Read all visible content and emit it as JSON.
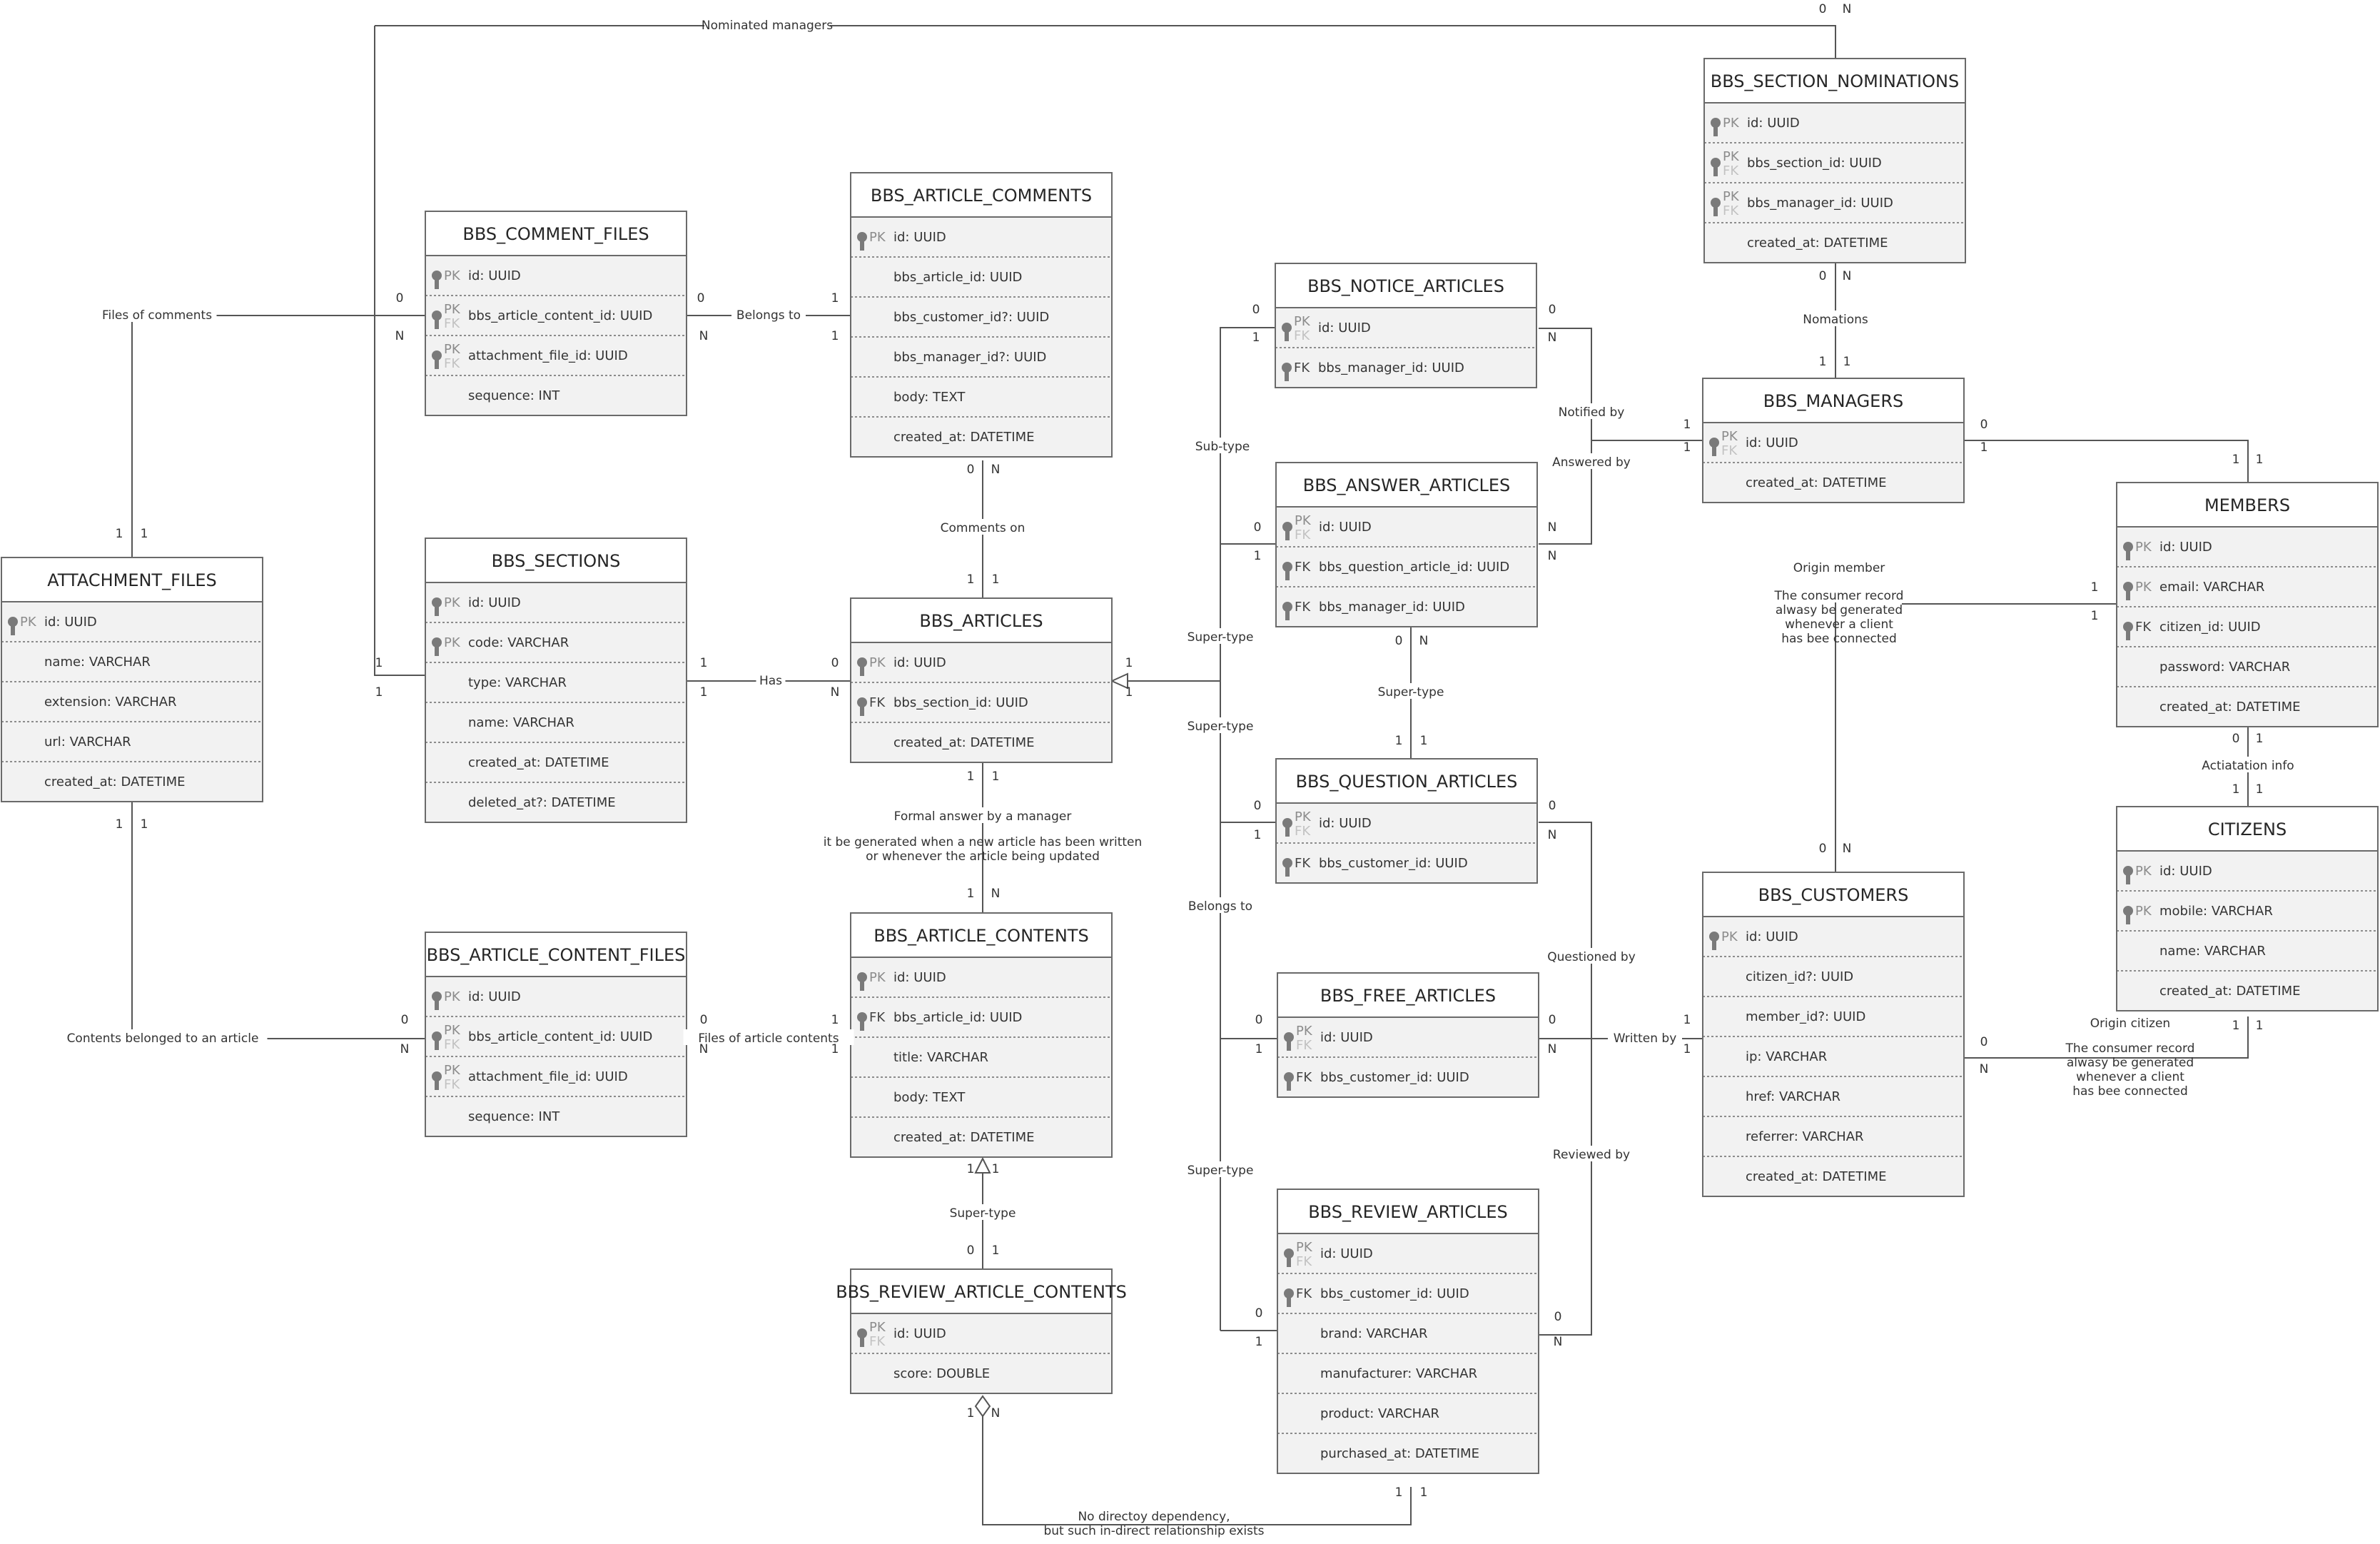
{
  "tables": [
    {
      "id": "bbs_section_nominations",
      "title": "BBS_SECTION_NOMINATIONS",
      "columns": [
        {
          "key": "PK",
          "name": "id: UUID"
        },
        {
          "key": "PKFK",
          "name": "bbs_section_id: UUID"
        },
        {
          "key": "PKFK",
          "name": "bbs_manager_id: UUID"
        },
        {
          "key": "",
          "name": "created_at: DATETIME"
        }
      ]
    },
    {
      "id": "bbs_comment_files",
      "title": "BBS_COMMENT_FILES",
      "columns": [
        {
          "key": "PK",
          "name": "id: UUID"
        },
        {
          "key": "PKFK",
          "name": "bbs_article_content_id: UUID"
        },
        {
          "key": "PKFK",
          "name": "attachment_file_id: UUID"
        },
        {
          "key": "",
          "name": "sequence: INT"
        }
      ]
    },
    {
      "id": "bbs_article_comments",
      "title": "BBS_ARTICLE_COMMENTS",
      "columns": [
        {
          "key": "PK",
          "name": "id: UUID"
        },
        {
          "key": "",
          "name": "bbs_article_id: UUID"
        },
        {
          "key": "",
          "name": "bbs_customer_id?: UUID"
        },
        {
          "key": "",
          "name": "bbs_manager_id?: UUID"
        },
        {
          "key": "",
          "name": "body: TEXT"
        },
        {
          "key": "",
          "name": "created_at: DATETIME"
        }
      ]
    },
    {
      "id": "bbs_notice_articles",
      "title": "BBS_NOTICE_ARTICLES",
      "columns": [
        {
          "key": "PKFK",
          "name": "id: UUID"
        },
        {
          "key": "FK",
          "name": "bbs_manager_id: UUID"
        }
      ]
    },
    {
      "id": "bbs_managers",
      "title": "BBS_MANAGERS",
      "columns": [
        {
          "key": "PKFK",
          "name": "id: UUID"
        },
        {
          "key": "",
          "name": "created_at: DATETIME"
        }
      ]
    },
    {
      "id": "members",
      "title": "MEMBERS",
      "columns": [
        {
          "key": "PK",
          "name": "id: UUID"
        },
        {
          "key": "PK",
          "name": "email: VARCHAR"
        },
        {
          "key": "FK",
          "name": "citizen_id: UUID"
        },
        {
          "key": "",
          "name": "password: VARCHAR"
        },
        {
          "key": "",
          "name": "created_at: DATETIME"
        }
      ]
    },
    {
      "id": "attachment_files",
      "title": "ATTACHMENT_FILES",
      "columns": [
        {
          "key": "PK",
          "name": "id: UUID"
        },
        {
          "key": "",
          "name": "name: VARCHAR"
        },
        {
          "key": "",
          "name": "extension: VARCHAR"
        },
        {
          "key": "",
          "name": "url: VARCHAR"
        },
        {
          "key": "",
          "name": "created_at: DATETIME"
        }
      ]
    },
    {
      "id": "bbs_sections",
      "title": "BBS_SECTIONS",
      "columns": [
        {
          "key": "PK",
          "name": "id: UUID"
        },
        {
          "key": "PK",
          "name": "code: VARCHAR"
        },
        {
          "key": "",
          "name": "type: VARCHAR"
        },
        {
          "key": "",
          "name": "name: VARCHAR"
        },
        {
          "key": "",
          "name": "created_at: DATETIME"
        },
        {
          "key": "",
          "name": "deleted_at?: DATETIME"
        }
      ]
    },
    {
      "id": "bbs_articles",
      "title": "BBS_ARTICLES",
      "columns": [
        {
          "key": "PK",
          "name": "id: UUID"
        },
        {
          "key": "FK",
          "name": "bbs_section_id: UUID"
        },
        {
          "key": "",
          "name": "created_at: DATETIME"
        }
      ]
    },
    {
      "id": "bbs_answer_articles",
      "title": "BBS_ANSWER_ARTICLES",
      "columns": [
        {
          "key": "PKFK",
          "name": "id: UUID"
        },
        {
          "key": "FK",
          "name": "bbs_question_article_id: UUID"
        },
        {
          "key": "FK",
          "name": "bbs_manager_id: UUID"
        }
      ]
    },
    {
      "id": "bbs_question_articles",
      "title": "BBS_QUESTION_ARTICLES",
      "columns": [
        {
          "key": "PKFK",
          "name": "id: UUID"
        },
        {
          "key": "FK",
          "name": "bbs_customer_id: UUID"
        }
      ]
    },
    {
      "id": "citizens",
      "title": "CITIZENS",
      "columns": [
        {
          "key": "PK",
          "name": "id: UUID"
        },
        {
          "key": "PK",
          "name": "mobile: VARCHAR"
        },
        {
          "key": "",
          "name": "name: VARCHAR"
        },
        {
          "key": "",
          "name": "created_at: DATETIME"
        }
      ]
    },
    {
      "id": "bbs_customers",
      "title": "BBS_CUSTOMERS",
      "columns": [
        {
          "key": "PK",
          "name": "id: UUID"
        },
        {
          "key": "",
          "name": "citizen_id?: UUID"
        },
        {
          "key": "",
          "name": "member_id?: UUID"
        },
        {
          "key": "",
          "name": "ip: VARCHAR"
        },
        {
          "key": "",
          "name": "href: VARCHAR"
        },
        {
          "key": "",
          "name": "referrer: VARCHAR"
        },
        {
          "key": "",
          "name": "created_at: DATETIME"
        }
      ]
    },
    {
      "id": "bbs_article_content_files",
      "title": "BBS_ARTICLE_CONTENT_FILES",
      "columns": [
        {
          "key": "PK",
          "name": "id: UUID"
        },
        {
          "key": "PKFK",
          "name": "bbs_article_content_id: UUID"
        },
        {
          "key": "PKFK",
          "name": "attachment_file_id: UUID"
        },
        {
          "key": "",
          "name": "sequence: INT"
        }
      ]
    },
    {
      "id": "bbs_article_contents",
      "title": "BBS_ARTICLE_CONTENTS",
      "columns": [
        {
          "key": "PK",
          "name": "id: UUID"
        },
        {
          "key": "FK",
          "name": "bbs_article_id: UUID"
        },
        {
          "key": "",
          "name": "title: VARCHAR"
        },
        {
          "key": "",
          "name": "body: TEXT"
        },
        {
          "key": "",
          "name": "created_at: DATETIME"
        }
      ]
    },
    {
      "id": "bbs_free_articles",
      "title": "BBS_FREE_ARTICLES",
      "columns": [
        {
          "key": "PKFK",
          "name": "id: UUID"
        },
        {
          "key": "FK",
          "name": "bbs_customer_id: UUID"
        }
      ]
    },
    {
      "id": "bbs_review_articles",
      "title": "BBS_REVIEW_ARTICLES",
      "columns": [
        {
          "key": "PKFK",
          "name": "id: UUID"
        },
        {
          "key": "FK",
          "name": "bbs_customer_id: UUID"
        },
        {
          "key": "",
          "name": "brand: VARCHAR"
        },
        {
          "key": "",
          "name": "manufacturer: VARCHAR"
        },
        {
          "key": "",
          "name": "product: VARCHAR"
        },
        {
          "key": "",
          "name": "purchased_at: DATETIME"
        }
      ]
    },
    {
      "id": "bbs_review_article_contents",
      "title": "BBS_REVIEW_ARTICLE_CONTENTS",
      "columns": [
        {
          "key": "PKFK",
          "name": "id: UUID"
        },
        {
          "key": "",
          "name": "score: DOUBLE"
        }
      ]
    }
  ],
  "edge_labels": [
    "Nominated managers",
    "Files of comments",
    "Belongs to",
    "Nomations",
    "Comments on",
    "Notified by",
    "Answered by",
    "Sub-type",
    "Super-type",
    "Has",
    "Super-type",
    "Super-type",
    "Formal answer by a manager",
    "Contents belonged to an article",
    "Files of article contents",
    "Belongs to",
    "Super-type",
    "Questioned by",
    "Written by",
    "Super-type",
    "Reviewed by",
    "Origin member",
    "Origin citizen",
    "Actiatation info"
  ],
  "notes": {
    "article_contents_note": [
      "it be generated when a new article has been written",
      "or whenever the article being updated"
    ],
    "origin_member_note": [
      "The consumer record",
      "alwasy be generated",
      "whenever a client",
      "has bee connected"
    ],
    "origin_citizen_note": [
      "The consumer record",
      "alwasy be generated",
      "whenever a client",
      "has bee connected"
    ],
    "indirect_note": [
      "No directoy dependency,",
      "but such in-direct relationship exists"
    ]
  },
  "cardinality_marks": [
    "0",
    "N",
    "1"
  ]
}
